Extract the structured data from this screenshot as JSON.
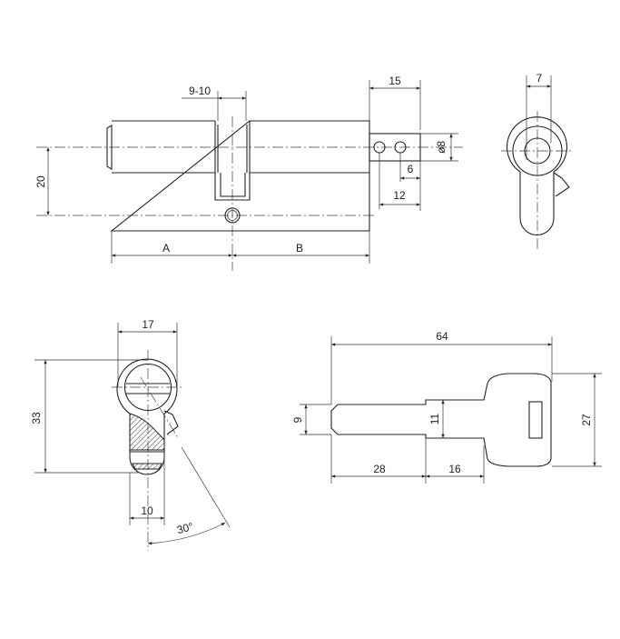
{
  "dims": {
    "slot": "9-10",
    "bar_len": "15",
    "bar_dia": "ø8",
    "hole_6": "6",
    "hole_12": "12",
    "axis_dist": "20",
    "len_a": "A",
    "len_b": "B",
    "stem_7": "7",
    "width_17": "17",
    "height_33": "33",
    "stem_10": "10",
    "angle": "30°",
    "key_len": "64",
    "key_head": "27",
    "blade_9": "9",
    "neck_11": "11",
    "blade_28": "28",
    "neck_16": "16"
  }
}
